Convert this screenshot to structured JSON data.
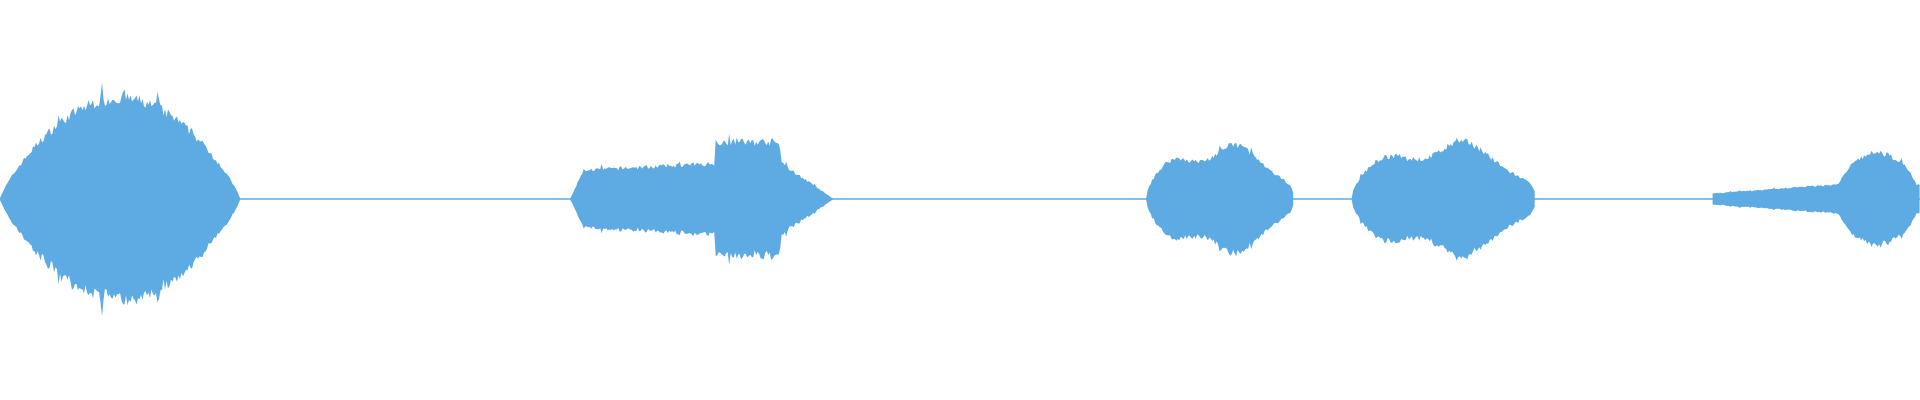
{
  "waveform": {
    "color": "#5dabe2",
    "background": "#ffffff",
    "segments": [
      {
        "id": "burst-1",
        "shape": "diamond-round",
        "start": 0.0,
        "end": 0.125,
        "peak": 0.99
      },
      {
        "id": "burst-2",
        "shape": "rising-plateau",
        "start": 0.297,
        "end": 0.434,
        "peak": 0.6
      },
      {
        "id": "burst-3",
        "shape": "double-hump",
        "start": 0.597,
        "end": 0.674,
        "peak": 0.55
      },
      {
        "id": "burst-4",
        "shape": "double-hump",
        "start": 0.704,
        "end": 0.8,
        "peak": 0.58
      },
      {
        "id": "burst-5",
        "shape": "tail-to-bulge",
        "start": 0.892,
        "end": 1.0,
        "peak": 0.45
      }
    ],
    "silence_level": 0.01
  }
}
